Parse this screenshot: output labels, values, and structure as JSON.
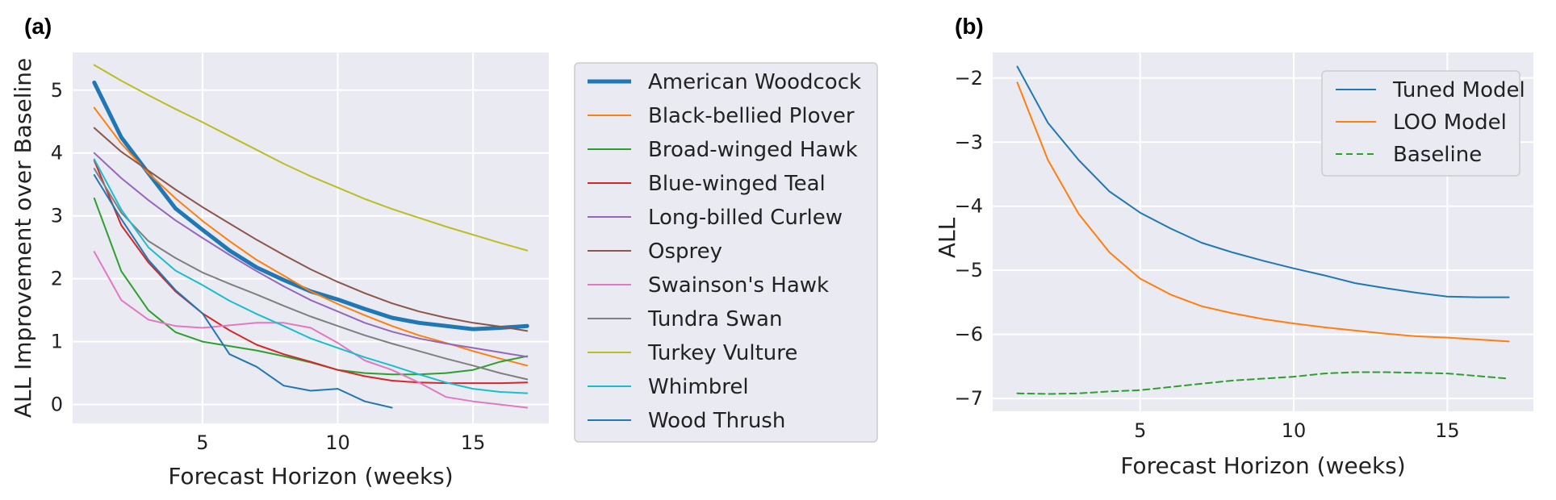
{
  "chart_data": [
    {
      "panel_label": "(a)",
      "type": "line",
      "xlabel": "Forecast Horizon (weeks)",
      "ylabel": "ALL Improvement over Baseline",
      "xlim": [
        0.2,
        17.8
      ],
      "ylim": [
        -0.3,
        5.6
      ],
      "xticks": [
        5,
        10,
        15
      ],
      "yticks": [
        0,
        1,
        2,
        3,
        4,
        5
      ],
      "grid": true,
      "legend_position": "outside-right",
      "series": [
        {
          "name": "American Woodcock",
          "color": "#1f77b4",
          "width": 5,
          "x": [
            1,
            2,
            3,
            4,
            5,
            6,
            7,
            8,
            9,
            10,
            11,
            12,
            13,
            14,
            15,
            16,
            17
          ],
          "y": [
            5.12,
            4.25,
            3.68,
            3.12,
            2.78,
            2.45,
            2.18,
            1.98,
            1.8,
            1.67,
            1.52,
            1.38,
            1.3,
            1.25,
            1.2,
            1.22,
            1.25
          ]
        },
        {
          "name": "Black-bellied Plover",
          "color": "#ff7f0e",
          "width": 2,
          "x": [
            1,
            2,
            3,
            4,
            5,
            6,
            7,
            8,
            9,
            10,
            11,
            12,
            13,
            14,
            15,
            16,
            17
          ],
          "y": [
            4.72,
            4.15,
            3.68,
            3.28,
            2.92,
            2.6,
            2.3,
            2.05,
            1.8,
            1.6,
            1.42,
            1.25,
            1.1,
            0.98,
            0.85,
            0.73,
            0.62
          ]
        },
        {
          "name": "Broad-winged Hawk",
          "color": "#2ca02c",
          "width": 2,
          "x": [
            1,
            2,
            3,
            4,
            5,
            6,
            7,
            8,
            9,
            10,
            11,
            12,
            13,
            14,
            15,
            16,
            17
          ],
          "y": [
            3.28,
            2.12,
            1.5,
            1.15,
            1.0,
            0.93,
            0.86,
            0.77,
            0.67,
            0.55,
            0.5,
            0.48,
            0.48,
            0.5,
            0.55,
            0.68,
            0.77
          ]
        },
        {
          "name": "Blue-winged Teal",
          "color": "#d62728",
          "width": 2,
          "x": [
            1,
            2,
            3,
            4,
            5,
            6,
            7,
            8,
            9,
            10,
            11,
            12,
            13,
            14,
            15,
            16,
            17
          ],
          "y": [
            3.88,
            2.85,
            2.26,
            1.8,
            1.45,
            1.18,
            0.95,
            0.8,
            0.68,
            0.55,
            0.45,
            0.38,
            0.35,
            0.34,
            0.34,
            0.34,
            0.35
          ]
        },
        {
          "name": "Long-billed Curlew",
          "color": "#9467bd",
          "width": 2,
          "x": [
            1,
            2,
            3,
            4,
            5,
            6,
            7,
            8,
            9,
            10,
            11,
            12,
            13,
            14,
            15,
            16,
            17
          ],
          "y": [
            4.0,
            3.6,
            3.25,
            2.93,
            2.65,
            2.38,
            2.12,
            1.88,
            1.66,
            1.48,
            1.3,
            1.16,
            1.05,
            0.97,
            0.9,
            0.83,
            0.76
          ]
        },
        {
          "name": "Osprey",
          "color": "#8c564b",
          "width": 2,
          "x": [
            1,
            2,
            3,
            4,
            5,
            6,
            7,
            8,
            9,
            10,
            11,
            12,
            13,
            14,
            15,
            16,
            17
          ],
          "y": [
            4.4,
            4.02,
            3.72,
            3.42,
            3.14,
            2.88,
            2.62,
            2.38,
            2.15,
            1.95,
            1.77,
            1.61,
            1.48,
            1.38,
            1.3,
            1.24,
            1.17
          ]
        },
        {
          "name": "Swainson's Hawk",
          "color": "#e377c2",
          "width": 2,
          "x": [
            1,
            2,
            3,
            4,
            5,
            6,
            7,
            8,
            9,
            10,
            11,
            12,
            13,
            14,
            15,
            16,
            17
          ],
          "y": [
            2.43,
            1.66,
            1.35,
            1.25,
            1.22,
            1.26,
            1.3,
            1.3,
            1.22,
            0.98,
            0.7,
            0.55,
            0.35,
            0.12,
            0.05,
            0.0,
            -0.05
          ]
        },
        {
          "name": "Tundra Swan",
          "color": "#7f7f7f",
          "width": 2,
          "x": [
            1,
            2,
            3,
            4,
            5,
            6,
            7,
            8,
            9,
            10,
            11,
            12,
            13,
            14,
            15,
            16,
            17
          ],
          "y": [
            3.75,
            3.05,
            2.6,
            2.33,
            2.1,
            1.92,
            1.75,
            1.57,
            1.4,
            1.25,
            1.1,
            0.97,
            0.85,
            0.73,
            0.62,
            0.5,
            0.4
          ]
        },
        {
          "name": "Turkey Vulture",
          "color": "#bcbd22",
          "width": 2,
          "x": [
            1,
            2,
            3,
            4,
            5,
            6,
            7,
            8,
            9,
            10,
            11,
            12,
            13,
            14,
            15,
            16,
            17
          ],
          "y": [
            5.4,
            5.15,
            4.92,
            4.7,
            4.49,
            4.27,
            4.05,
            3.83,
            3.63,
            3.45,
            3.27,
            3.11,
            2.97,
            2.83,
            2.7,
            2.57,
            2.45
          ]
        },
        {
          "name": "Whimbrel",
          "color": "#17becf",
          "width": 2,
          "x": [
            1,
            2,
            3,
            4,
            5,
            6,
            7,
            8,
            9,
            10,
            11,
            12,
            13,
            14,
            15,
            16,
            17
          ],
          "y": [
            3.9,
            3.1,
            2.5,
            2.13,
            1.9,
            1.65,
            1.44,
            1.25,
            1.05,
            0.9,
            0.75,
            0.62,
            0.48,
            0.35,
            0.25,
            0.2,
            0.18
          ]
        },
        {
          "name": "Wood Thrush",
          "color": "#1f77b4",
          "width": 2,
          "x": [
            1,
            2,
            3,
            4,
            5,
            6,
            7,
            8,
            9,
            10,
            11,
            12
          ],
          "y": [
            3.65,
            2.95,
            2.3,
            1.82,
            1.45,
            0.8,
            0.6,
            0.3,
            0.22,
            0.25,
            0.05,
            -0.05
          ]
        }
      ]
    },
    {
      "panel_label": "(b)",
      "type": "line",
      "xlabel": "Forecast Horizon (weeks)",
      "ylabel": "ALL",
      "xlim": [
        0.2,
        17.8
      ],
      "ylim": [
        -7.2,
        -1.6
      ],
      "xticks": [
        5,
        10,
        15
      ],
      "yticks": [
        -2,
        -3,
        -4,
        -5,
        -6,
        -7
      ],
      "ytick_labels": [
        "−2",
        "−3",
        "−4",
        "−5",
        "−6",
        "−7"
      ],
      "grid": true,
      "legend_position": "top-right",
      "series": [
        {
          "name": "Tuned Model",
          "color": "#1f77b4",
          "width": 2,
          "dash": "",
          "x": [
            1,
            2,
            3,
            4,
            5,
            6,
            7,
            8,
            9,
            10,
            11,
            12,
            13,
            14,
            15,
            16,
            17
          ],
          "y": [
            -1.82,
            -2.7,
            -3.28,
            -3.77,
            -4.1,
            -4.35,
            -4.57,
            -4.72,
            -4.85,
            -4.97,
            -5.08,
            -5.2,
            -5.28,
            -5.35,
            -5.41,
            -5.42,
            -5.42
          ]
        },
        {
          "name": "LOO Model",
          "color": "#ff7f0e",
          "width": 2,
          "dash": "",
          "x": [
            1,
            2,
            3,
            4,
            5,
            6,
            7,
            8,
            9,
            10,
            11,
            12,
            13,
            14,
            15,
            16,
            17
          ],
          "y": [
            -2.07,
            -3.28,
            -4.12,
            -4.72,
            -5.13,
            -5.38,
            -5.56,
            -5.67,
            -5.76,
            -5.83,
            -5.89,
            -5.94,
            -5.99,
            -6.03,
            -6.05,
            -6.08,
            -6.11
          ]
        },
        {
          "name": "Baseline",
          "color": "#2ca02c",
          "width": 2,
          "dash": "8,5",
          "x": [
            1,
            2,
            3,
            4,
            5,
            6,
            7,
            8,
            9,
            10,
            11,
            12,
            13,
            14,
            15,
            16,
            17
          ],
          "y": [
            -6.92,
            -6.93,
            -6.92,
            -6.89,
            -6.87,
            -6.82,
            -6.77,
            -6.72,
            -6.69,
            -6.66,
            -6.61,
            -6.59,
            -6.59,
            -6.6,
            -6.61,
            -6.65,
            -6.69
          ]
        }
      ]
    }
  ]
}
